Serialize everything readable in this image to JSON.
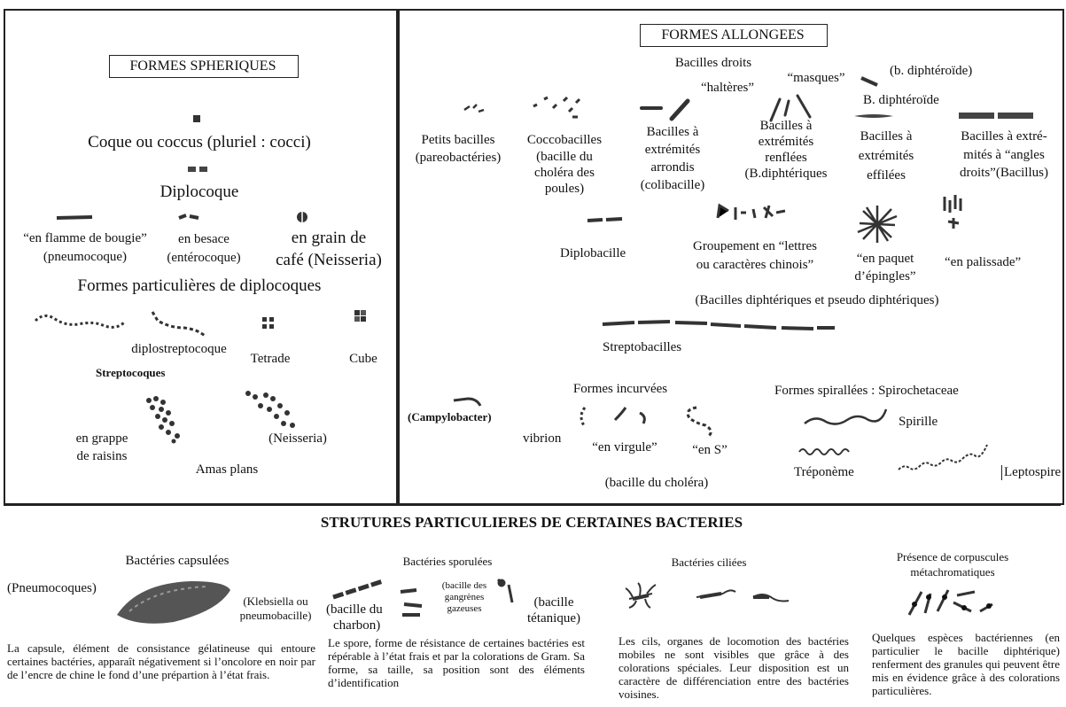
{
  "left": {
    "title": "FORMES SPHERIQUES",
    "coque": "Coque ou coccus (pluriel : cocci)",
    "diplocoque": "Diplocoque",
    "flamme1": "“en flamme de bougie”",
    "flamme2": "(pneumocoque)",
    "besace1": "en besace",
    "besace2": "(entérocoque)",
    "grain1": "en grain de",
    "grain2": "café (Neisseria)",
    "particulieres": "Formes particulières de diplocoques",
    "diplostrepto": "diplostreptocoque",
    "tetrade": "Tetrade",
    "cube": "Cube",
    "streptocoques": "Streptocoques",
    "grappe1": "en grappe",
    "grappe2": "de raisins",
    "neisseria": "(Neisseria)",
    "amas": "Amas plans"
  },
  "right": {
    "title": "FORMES ALLONGEES",
    "bacilles_droits": "Bacilles droits",
    "halteres": "“haltères”",
    "masques": "“masques”",
    "b_diph_paren": "(b. diphtéroïde)",
    "b_diph": "B. diphtéroïde",
    "petits1": "Petits bacilles",
    "petits2": "(pareobactéries)",
    "cocco1": "Coccobacilles",
    "cocco2": "(bacille du",
    "cocco3": "choléra des",
    "cocco4": "poules)",
    "arr1": "Bacilles à",
    "arr2": "extrémités",
    "arr3": "arrondis",
    "arr4": "(colibacille)",
    "ren1": "Bacilles à",
    "ren2": "extrémités",
    "ren3": "renflées",
    "ren4": "(B.diphtériques",
    "eff1": "Bacilles à",
    "eff2": "extrémités",
    "eff3": "effilées",
    "ang1": "Bacilles à extré-",
    "ang2": "mités à “angles",
    "ang3": "droits”(Bacillus)",
    "diplobacille": "Diplobacille",
    "lettres1": "Groupement en “lettres",
    "lettres2": "ou caractères chinois”",
    "paquet1": "“en paquet",
    "paquet2": "d’épingles”",
    "palissade": "“en palissade”",
    "diphteriques": "(Bacilles diphtériques et pseudo diphtériques)",
    "streptobacilles": "Streptobacilles",
    "incurvees": "Formes incurvées",
    "campylo": "(Campylobacter)",
    "vibrion": "vibrion",
    "virgule": "“en virgule”",
    "ens": "“en S”",
    "cholera": "(bacille du choléra)",
    "spiralees": "Formes spirallées : Spirochetaceae",
    "spirille": "Spirille",
    "treponeme": "Tréponème",
    "leptospire": "Leptospire"
  },
  "bottom": {
    "title": "STRUTURES PARTICULIERES DE CERTAINES BACTERIES",
    "caps_title": "Bactéries capsulées",
    "pneumo": "(Pneumocoques)",
    "kleb1": "(Klebsiella ou",
    "kleb2": "pneumobacille)",
    "caps_text": "La capsule, élément de consistance gélatineuse qui entoure certaines bactéries, apparaît négativement si l’oncolore en noir par de l’encre de chine le fond d’une prépartion à l’état frais.",
    "spor_title": "Bactéries sporulées",
    "charbon1": "(bacille du",
    "charbon2": "charbon)",
    "gang1": "(bacille des",
    "gang2": "gangrènes",
    "gang3": "gazeuses",
    "tet1": "(bacille",
    "tet2": "tétanique)",
    "spor_text": "Le spore, forme de résistance de certaines bactéries est répérable à l’état frais et par la colorations de Gram. Sa forme, sa taille, sa position sont des éléments d’identification",
    "cil_title": "Bactéries ciliées",
    "cil_text": "Les cils, organes de locomotion des bactéries mobiles ne sont visibles que grâce à des colorations spéciales. Leur disposition est un caractère de différenciation entre des bactéries voisines.",
    "corp_title1": "Présence de corpuscules",
    "corp_title2": "métachromatiques",
    "corp_text": "Quelques espèces bactériennes (en particulier le bacille diphtérique) renferment des granules qui peuvent être mis en évidence grâce à des colorations particulières."
  },
  "colors": {
    "ink": "#111111",
    "border": "#222222"
  }
}
